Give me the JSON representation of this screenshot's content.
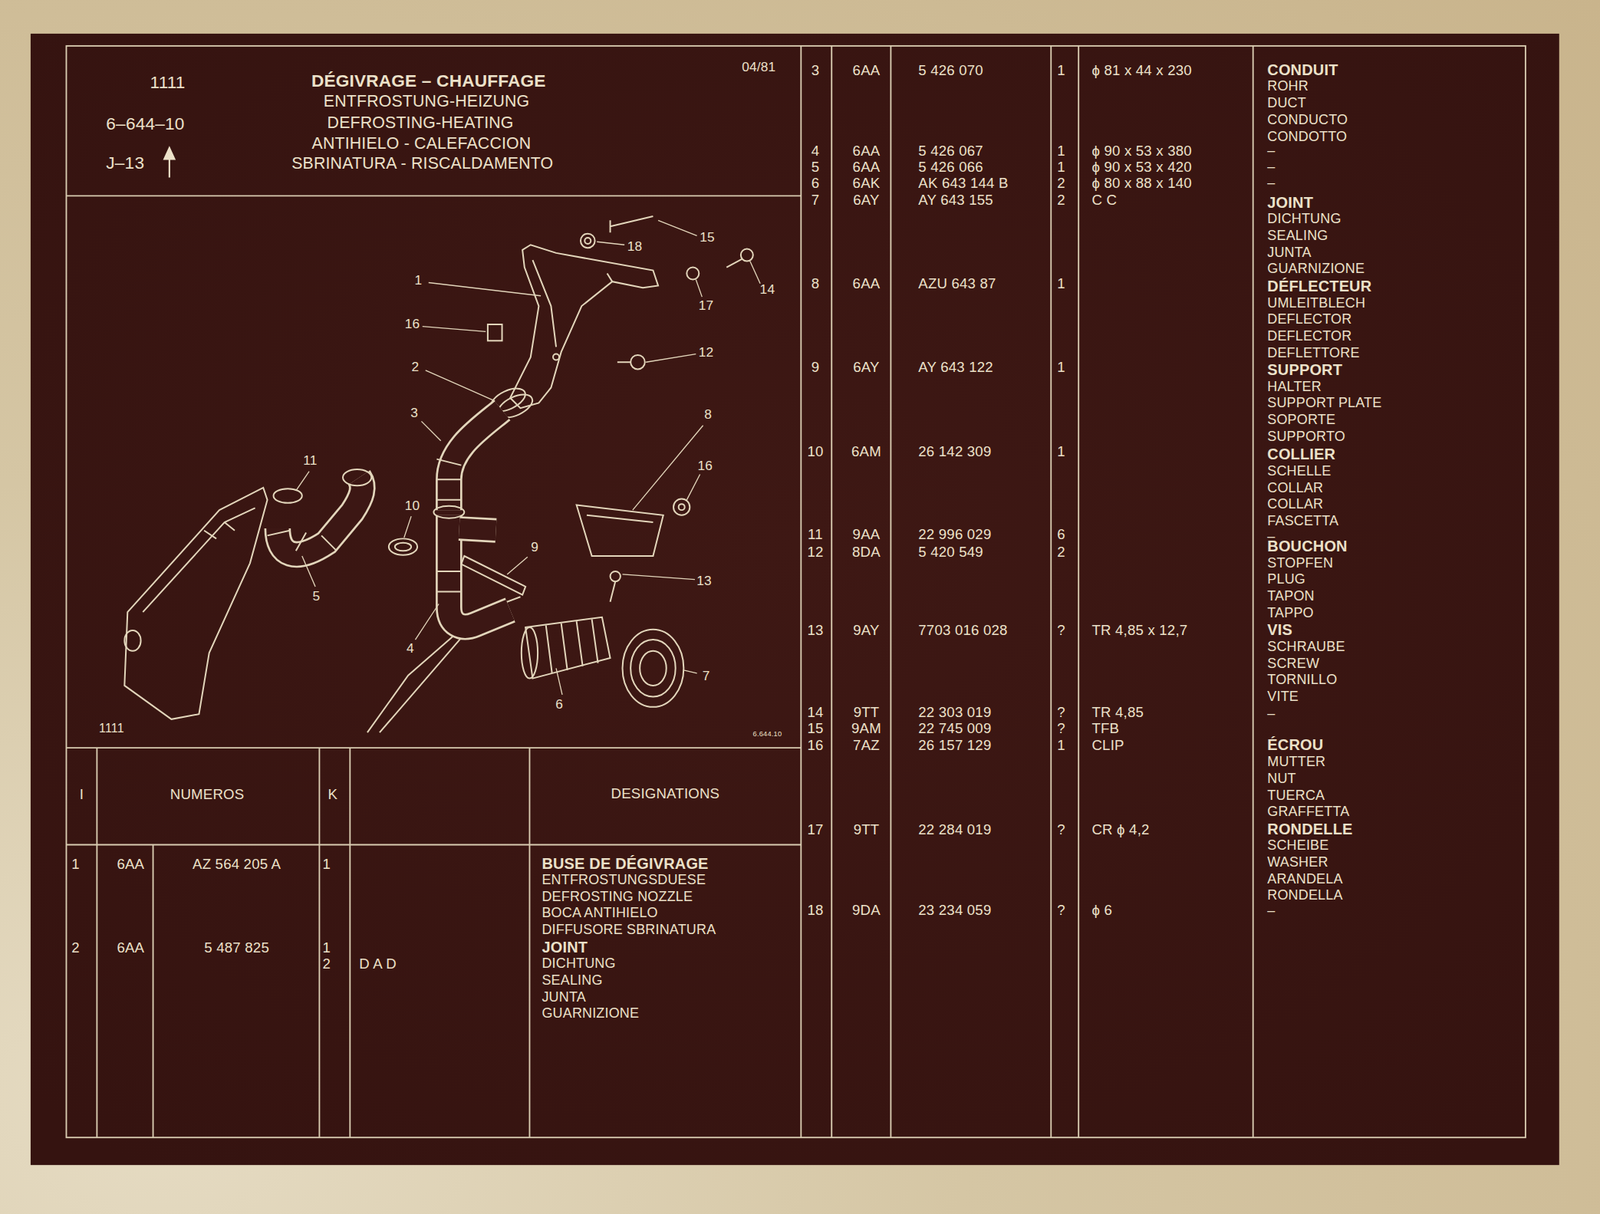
{
  "diagram": {
    "title": "DÉGIVRAGE – CHAUFFAGE",
    "labels": [
      "1111",
      "6–644–10",
      "J–13",
      "04/81",
      "ENTFROSTUNG-HEIZUNG",
      "DEFROSTING-HEATING",
      "ANTIHIELO - CALEFACCION",
      "SBRINATURA - RISCALDAMENTO",
      "1",
      "2",
      "3",
      "4",
      "5",
      "6",
      "7",
      "8",
      "9",
      "10",
      "11",
      "12",
      "13",
      "14",
      "15",
      "16",
      "16",
      "17",
      "18",
      "1111",
      "6.644.10",
      "I",
      "NUMEROS",
      "K",
      "DESIGNATIONS",
      "1",
      "6AA",
      "AZ 564 205 A",
      "1",
      "BUSE DE DÉGIVRAGE",
      "ENTFROSTUNGSDUESE",
      "DEFROSTING NOZZLE",
      "BOCA ANTIHIELO",
      "DIFFUSORE SBRINATURA",
      "2",
      "6AA",
      "5 487 825",
      "1",
      "2",
      "D A D",
      "JOINT",
      "DICHTUNG",
      "SEALING",
      "JUNTA",
      "GUARNIZIONE",
      "3",
      "6AA",
      "5 426 070",
      "1",
      "ϕ 81 x 44 x 230",
      "CONDUIT",
      "ROHR",
      "DUCT",
      "CONDUCTO",
      "CONDOTTO",
      "4",
      "6AA",
      "5 426 067",
      "1",
      "ϕ 90 x 53 x 380",
      "–",
      "5",
      "6AA",
      "5 426 066",
      "1",
      "ϕ 90 x 53 x 420",
      "–",
      "6",
      "6AK",
      "AK 643 144 B",
      "2",
      "ϕ 80 x 88 x 140",
      "–",
      "7",
      "6AY",
      "AY 643 155",
      "2",
      "C C",
      "JOINT",
      "DICHTUNG",
      "SEALING",
      "JUNTA",
      "GUARNIZIONE",
      "8",
      "6AA",
      "AZU 643 87",
      "1",
      "DÉFLECTEUR",
      "UMLEITBLECH",
      "DEFLECTOR",
      "DEFLECTOR",
      "DEFLETTORE",
      "9",
      "6AY",
      "AY 643 122",
      "1",
      "SUPPORT",
      "HALTER",
      "SUPPORT PLATE",
      "SOPORTE",
      "SUPPORTO",
      "10",
      "6AM",
      "26 142 309",
      "1",
      "COLLIER",
      "SCHELLE",
      "COLLAR",
      "COLLAR",
      "FASCETTA",
      "11",
      "9AA",
      "22 996 029",
      "6",
      "–",
      "12",
      "8DA",
      "5 420 549",
      "2",
      "BOUCHON",
      "STOPFEN",
      "PLUG",
      "TAPON",
      "TAPPO",
      "13",
      "9AY",
      "7703 016 028",
      "?",
      "TR 4,85 x 12,7",
      "VIS",
      "SCHRAUBE",
      "SCREW",
      "TORNILLO",
      "VITE",
      "14",
      "9TT",
      "22 303 019",
      "?",
      "TR 4,85",
      "–",
      "15",
      "9AM",
      "22 745 009",
      "?",
      "TFB",
      "16",
      "7AZ",
      "26 157 129",
      "1",
      "CLIP",
      "ÉCROU",
      "MUTTER",
      "NUT",
      "TUERCA",
      "GRAFFETTA",
      "17",
      "9TT",
      "22 284 019",
      "?",
      "CR ϕ 4,2",
      "RONDELLE",
      "SCHEIBE",
      "WASHER",
      "ARANDELA",
      "RONDELLA",
      "18",
      "9DA",
      "23 234 059",
      "?",
      "ϕ 6",
      "–"
    ]
  }
}
